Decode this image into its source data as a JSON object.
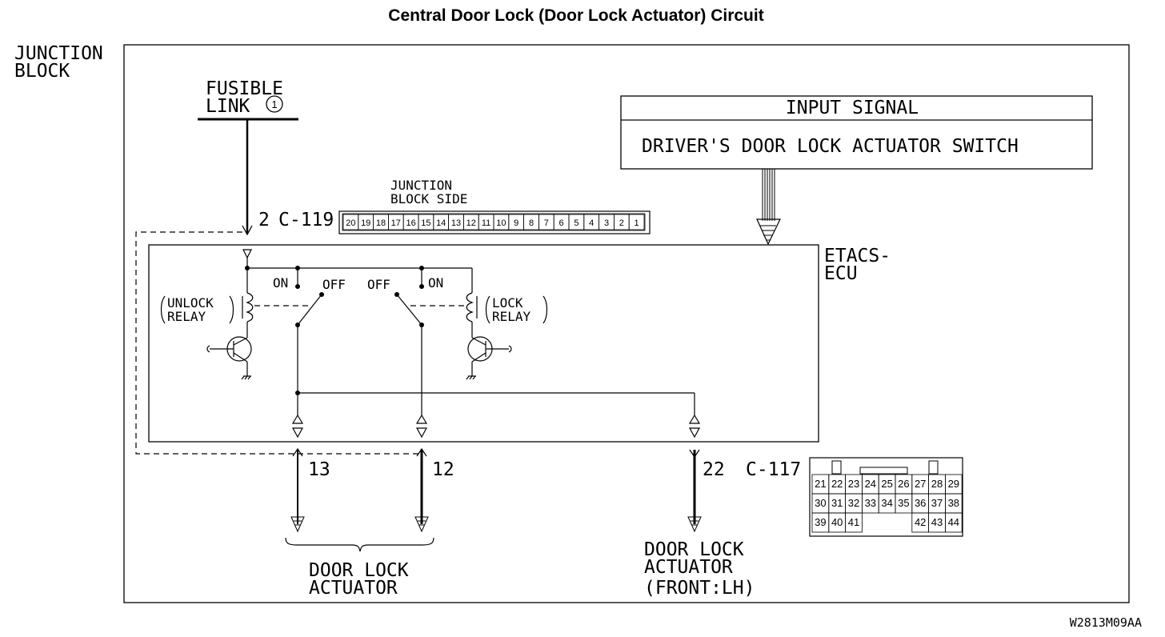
{
  "title": "Central Door Lock (Door Lock Actuator) Circuit",
  "junction_block": [
    "JUNCTION",
    "BLOCK"
  ],
  "fusible_link": [
    "FUSIBLE",
    "LINK"
  ],
  "fusible_link_no": "1",
  "input_signal": {
    "header": "INPUT SIGNAL",
    "label": "DRIVER'S DOOR LOCK ACTUATOR SWITCH"
  },
  "ecu": [
    "ETACS-",
    "ECU"
  ],
  "connector_c119": {
    "pin": "2",
    "name": "C-119",
    "side_label": [
      "JUNCTION",
      "BLOCK SIDE"
    ],
    "pins": [
      "20",
      "19",
      "18",
      "17",
      "16",
      "15",
      "14",
      "13",
      "12",
      "11",
      "10",
      "9",
      "8",
      "7",
      "6",
      "5",
      "4",
      "3",
      "2",
      "1"
    ]
  },
  "connector_c117": {
    "name": "C-117",
    "rows": [
      [
        "21",
        "22",
        "23",
        "24",
        "25",
        "26",
        "27",
        "28",
        "29"
      ],
      [
        "30",
        "31",
        "32",
        "33",
        "34",
        "35",
        "36",
        "37",
        "38"
      ],
      [
        "39",
        "40",
        "41",
        "",
        "",
        "",
        "42",
        "43",
        "44"
      ]
    ]
  },
  "relays": {
    "unlock": [
      "UNLOCK",
      "RELAY"
    ],
    "lock": [
      "LOCK",
      "RELAY"
    ],
    "on": "ON",
    "off": "OFF"
  },
  "terminals": {
    "t13": "13",
    "t12": "12",
    "t22": "22"
  },
  "outputs": {
    "door_lock_actuator": [
      "DOOR LOCK",
      "ACTUATOR"
    ],
    "door_lock_actuator_front": [
      "DOOR LOCK",
      "ACTUATOR",
      "(FRONT:LH)"
    ]
  },
  "figure_code": "W2813M09AA"
}
